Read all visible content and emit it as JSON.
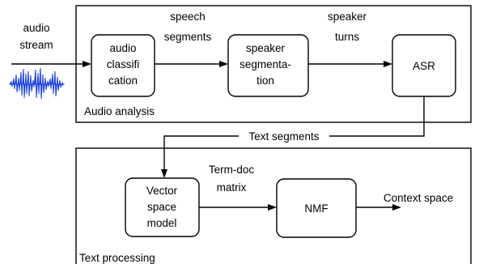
{
  "colors": {
    "waveform": "#1a3fe0",
    "lines": "#000000",
    "background": "#ffffff"
  },
  "icons": {
    "waveform": "audio-waveform-icon"
  },
  "input": {
    "label_lines": [
      "audio",
      "stream"
    ]
  },
  "audio_analysis": {
    "title": "Audio analysis",
    "nodes": {
      "audio_classification": {
        "lines": [
          "audio",
          "classifi",
          "cation"
        ]
      },
      "speaker_segmentation": {
        "lines": [
          "speaker",
          "segmenta-",
          "tion"
        ]
      },
      "asr": {
        "lines": [
          "ASR"
        ]
      }
    },
    "edges": {
      "speech_segments": {
        "lines": [
          "speech",
          "segments"
        ]
      },
      "speaker_turns": {
        "lines": [
          "speaker",
          "turns"
        ]
      }
    }
  },
  "link": {
    "text_segments": "Text segments"
  },
  "text_processing": {
    "title": "Text processing",
    "nodes": {
      "vector_space_model": {
        "lines": [
          "Vector",
          "space",
          "model"
        ]
      },
      "nmf": {
        "lines": [
          "NMF"
        ]
      }
    },
    "edges": {
      "term_doc_matrix": {
        "lines": [
          "Term-doc",
          "matrix"
        ]
      },
      "context_space": "Context space"
    }
  }
}
